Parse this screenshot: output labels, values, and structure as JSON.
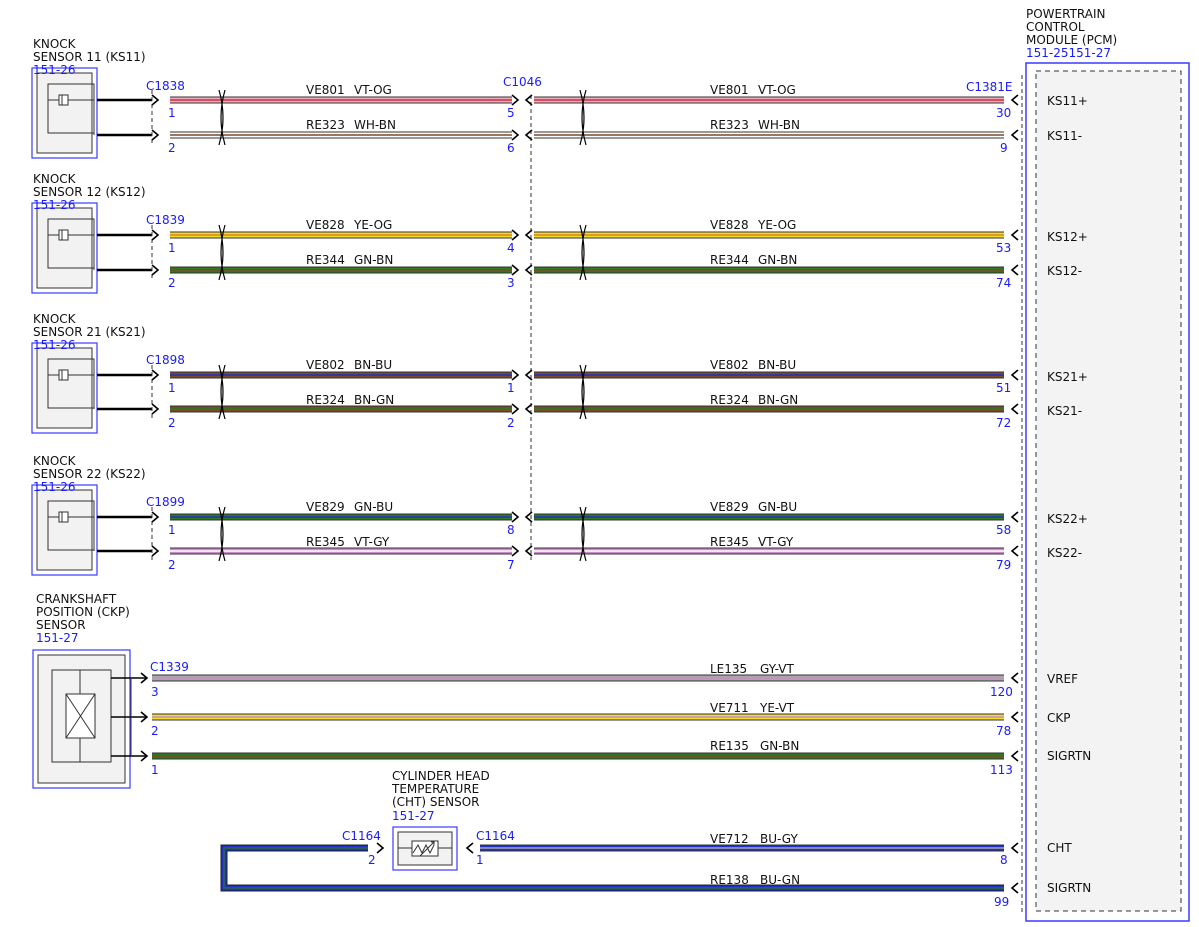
{
  "colors": {
    "blue_text": "#1a1aff",
    "box_border": "#3a3aff",
    "OG_stripe": "#f4a6b4",
    "VT": "#c98cc9",
    "YE": "#f0de2a",
    "GN": "#2d7a1e",
    "BN": "#7a4a2a",
    "BU": "#1f2fc8",
    "GY": "#a9a9a9",
    "WH": "#ffffff",
    "pink": "#f2a9c0"
  },
  "pcm": {
    "title_lines": [
      "POWERTRAIN",
      "CONTROL",
      "MODULE (PCM)"
    ],
    "ref": "151-25151-27",
    "connector": "C1381E",
    "pins": [
      "KS11+",
      "KS11-",
      "KS12+",
      "KS12-",
      "KS21+",
      "KS21-",
      "KS22+",
      "KS22-",
      "VREF",
      "CKP",
      "SIGRTN",
      "CHT",
      "SIGRTN"
    ]
  },
  "inline_connector": "C1046",
  "sensors": [
    {
      "line1": "KNOCK",
      "line2": "SENSOR 11 (KS11)",
      "ref": "151-26",
      "connector": "C1838"
    },
    {
      "line1": "KNOCK",
      "line2": "SENSOR 12 (KS12)",
      "ref": "151-26",
      "connector": "C1839"
    },
    {
      "line1": "KNOCK",
      "line2": "SENSOR 21 (KS21)",
      "ref": "151-26",
      "connector": "C1898"
    },
    {
      "line1": "KNOCK",
      "line2": "SENSOR 22 (KS22)",
      "ref": "151-26",
      "connector": "C1899"
    }
  ],
  "ckp": {
    "lines": [
      "CRANKSHAFT",
      "POSITION (CKP)",
      "SENSOR"
    ],
    "ref": "151-27",
    "connector": "C1339"
  },
  "cht": {
    "lines": [
      "CYLINDER HEAD",
      "TEMPERATURE",
      "(CHT) SENSOR"
    ],
    "ref": "151-27",
    "connector_left": "C1164",
    "connector_right": "C1164"
  },
  "wires": [
    {
      "circuit": "VE801",
      "color": "VT-OG",
      "sensor_pin": "1",
      "inline_pin": "5",
      "pcm_pin": "30"
    },
    {
      "circuit": "RE323",
      "color": "WH-BN",
      "sensor_pin": "2",
      "inline_pin": "6",
      "pcm_pin": "9"
    },
    {
      "circuit": "VE828",
      "color": "YE-OG",
      "sensor_pin": "1",
      "inline_pin": "4",
      "pcm_pin": "53"
    },
    {
      "circuit": "RE344",
      "color": "GN-BN",
      "sensor_pin": "2",
      "inline_pin": "3",
      "pcm_pin": "74"
    },
    {
      "circuit": "VE802",
      "color": "BN-BU",
      "sensor_pin": "1",
      "inline_pin": "1",
      "pcm_pin": "51"
    },
    {
      "circuit": "RE324",
      "color": "BN-GN",
      "sensor_pin": "2",
      "inline_pin": "2",
      "pcm_pin": "72"
    },
    {
      "circuit": "VE829",
      "color": "GN-BU",
      "sensor_pin": "1",
      "inline_pin": "8",
      "pcm_pin": "58"
    },
    {
      "circuit": "RE345",
      "color": "VT-GY",
      "sensor_pin": "2",
      "inline_pin": "7",
      "pcm_pin": "79"
    },
    {
      "circuit": "LE135",
      "color": "GY-VT",
      "sensor_pin": "3",
      "pcm_pin": "120"
    },
    {
      "circuit": "VE711",
      "color": "YE-VT",
      "sensor_pin": "2",
      "pcm_pin": "78"
    },
    {
      "circuit": "RE135",
      "color": "GN-BN",
      "sensor_pin": "1",
      "pcm_pin": "113"
    },
    {
      "circuit": "VE712",
      "color": "BU-GY",
      "sensor_pin_left": "2",
      "sensor_pin_right": "1",
      "pcm_pin": "8"
    },
    {
      "circuit": "RE138",
      "color": "BU-GN",
      "pcm_pin": "99"
    }
  ]
}
